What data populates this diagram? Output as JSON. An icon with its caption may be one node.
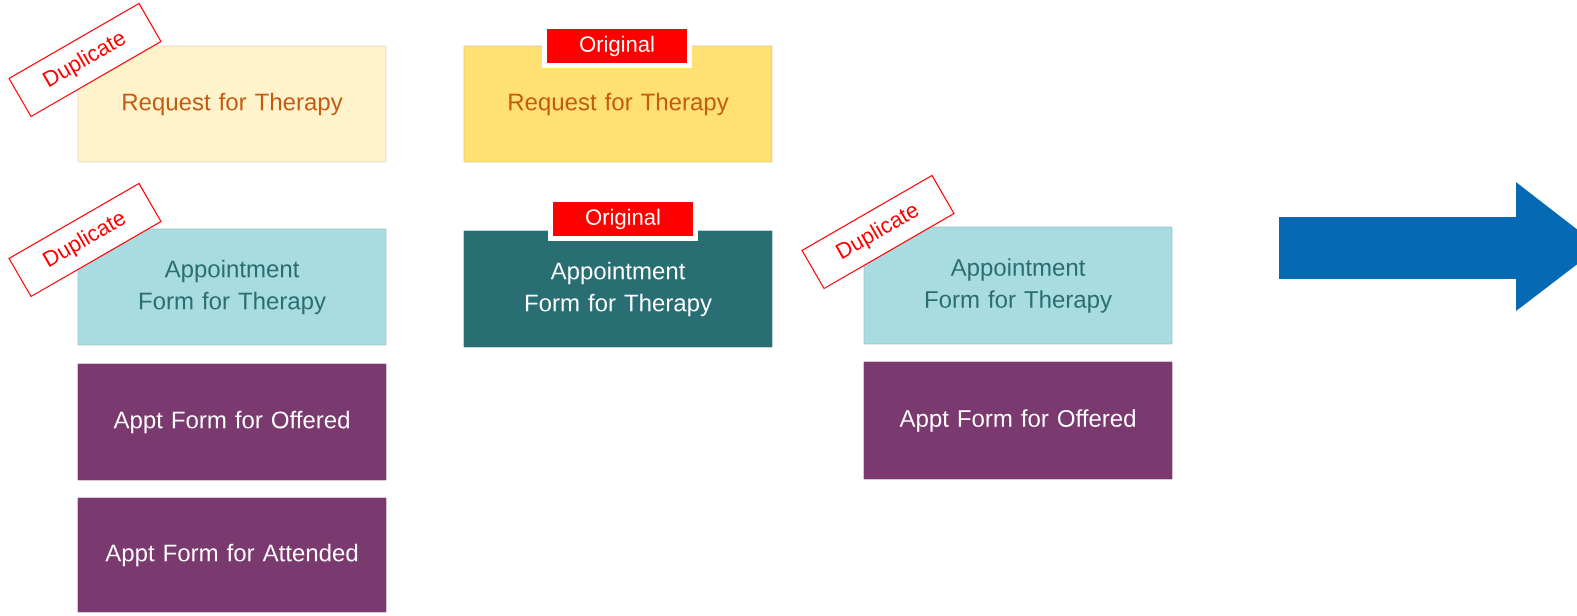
{
  "diagram": {
    "nodes": [
      {
        "text": [
          "Duplicate"
        ]
      },
      {
        "text": [
          "Request for Therapy"
        ]
      },
      {
        "text": [
          "Original"
        ]
      },
      {
        "text": [
          "Request for Therapy"
        ]
      },
      {
        "text": [
          "Duplicate"
        ]
      },
      {
        "text": [
          "Appointment Form for Therapy"
        ]
      },
      {
        "text": [
          "Original"
        ]
      },
      {
        "text": [
          "Appointment Form for Therapy"
        ]
      },
      {
        "text": [
          "Duplicate"
        ]
      },
      {
        "text": [
          "Appointment Form for Therapy"
        ]
      },
      {
        "text": [
          "Appt Form for Offered"
        ]
      },
      {
        "text": [
          "Appt Form for Offered"
        ]
      },
      {
        "text": [
          "Appt Form for Attended"
        ]
      }
    ]
  }
}
